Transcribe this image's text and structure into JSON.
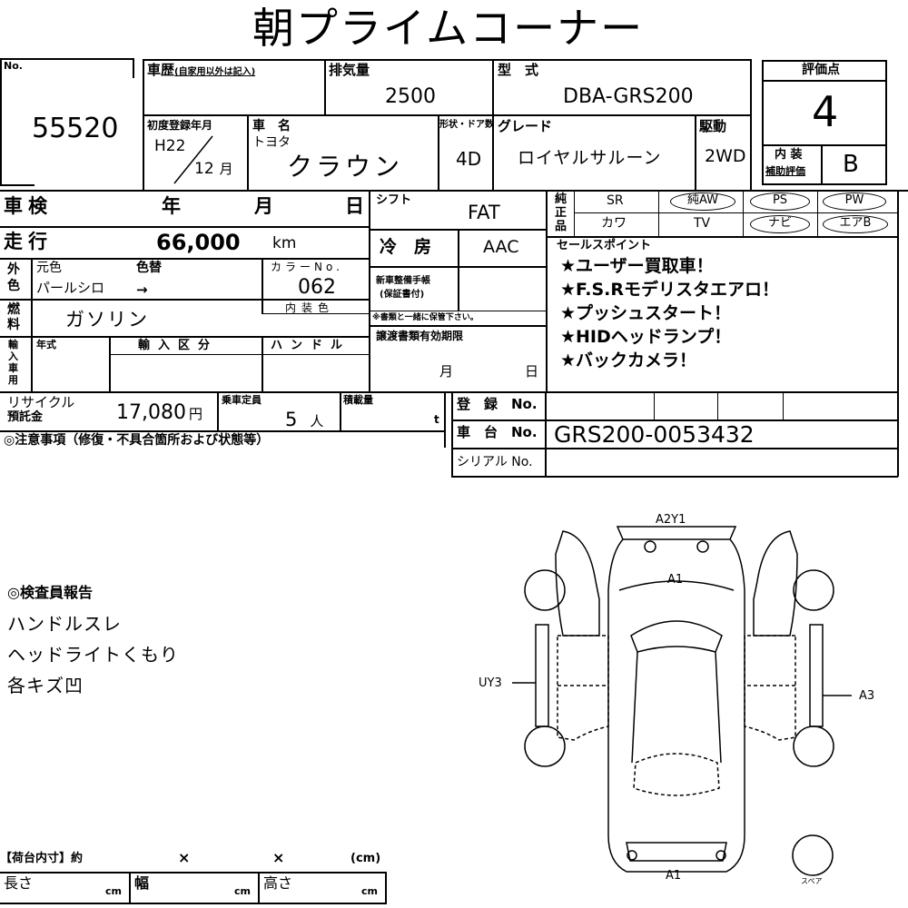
{
  "title": "朝プライムコーナー",
  "no": {
    "label": "No.",
    "value": "55520"
  },
  "history": {
    "label": "車歴",
    "sub": "(自家用以外は記入)"
  },
  "displacement": {
    "label": "排気量",
    "value": "2500"
  },
  "model": {
    "label": "型　式",
    "value": "DBA-GRS200"
  },
  "score": {
    "label": "評価点",
    "value": "4",
    "interior_label_1": "内 装",
    "interior_label_2": "補助評価",
    "interior_value": "B"
  },
  "first_reg": {
    "label": "初度登録年月",
    "era_year": "H22",
    "month": "12",
    "month_unit": "月"
  },
  "car_name": {
    "label": "車　名",
    "maker": "トヨタ",
    "value": "クラウン"
  },
  "doors": {
    "label": "形状・ドア数",
    "value": "4D"
  },
  "grade": {
    "label": "グレード",
    "value": "ロイヤルサルーン"
  },
  "drive": {
    "label": "駆動",
    "value": "2WD"
  },
  "shaken": {
    "label": "車検",
    "year": "年",
    "month": "月",
    "day": "日"
  },
  "shift": {
    "label": "シフト",
    "value": "FAT"
  },
  "equipment": {
    "label": "純正品",
    "items": [
      "SR",
      "純AW",
      "PS",
      "PW",
      "カワ",
      "TV",
      "ナビ",
      "エアB"
    ]
  },
  "mileage": {
    "label": "走行",
    "value": "66,000",
    "unit": "km"
  },
  "ac": {
    "label": "冷　房",
    "value": "AAC"
  },
  "color": {
    "label": "外色",
    "orig_label": "元色",
    "change_label": "色替",
    "orig_value": "パールシロ",
    "arrow": "→",
    "code_label": "カラーNo.",
    "code_value": "062"
  },
  "fuel": {
    "label": "燃料",
    "value": "ガソリン",
    "interior_color_label": "内装色"
  },
  "new_car_manual": {
    "label_1": "新車整備手帳",
    "label_2": "(保証書付)",
    "note": "※書類と一緒に保管下さい。"
  },
  "transfer": {
    "label": "譲渡書類有効期限",
    "month": "月",
    "day": "日"
  },
  "selling_points": {
    "label": "セールスポイント",
    "items": [
      "★ユーザー買取車！",
      "★F.S.Rモデリスタエアロ！",
      "★プッシュスタート！",
      "★HIDヘッドランプ！",
      "★バックカメラ！"
    ]
  },
  "import": {
    "label": "輸入車用",
    "year_label": "年式",
    "category_label": "輸入区分",
    "handle_label": "ハンドル"
  },
  "recycle": {
    "label_1": "リサイクル",
    "label_2": "預託金",
    "value": "17,080",
    "unit": "円"
  },
  "capacity": {
    "label": "乗車定員",
    "value": "5",
    "unit": "人"
  },
  "load": {
    "label": "積載量",
    "unit": "t"
  },
  "registration": {
    "label": "登　録　No."
  },
  "chassis": {
    "label": "車　台　No.",
    "value": "GRS200-0053432"
  },
  "serial": {
    "label": "シリアル No."
  },
  "caution": {
    "label": "◎注意事項（修復・不具合箇所および状態等）"
  },
  "inspector": {
    "title": "◎検査員報告",
    "lines": [
      "ハンドルスレ",
      "ヘッドライトくもり",
      "各キズ凹"
    ]
  },
  "diagram": {
    "top": "A2Y1",
    "hood": "A1",
    "left": "UY3",
    "right": "A3",
    "bottom": "A1",
    "spare": "スペア"
  },
  "cargo": {
    "title": "【荷台内寸】約",
    "x1": "×",
    "x2": "×",
    "unit": "(cm)",
    "length_label": "長さ",
    "width_label": "幅",
    "height_label": "高さ",
    "cm": "cm"
  }
}
